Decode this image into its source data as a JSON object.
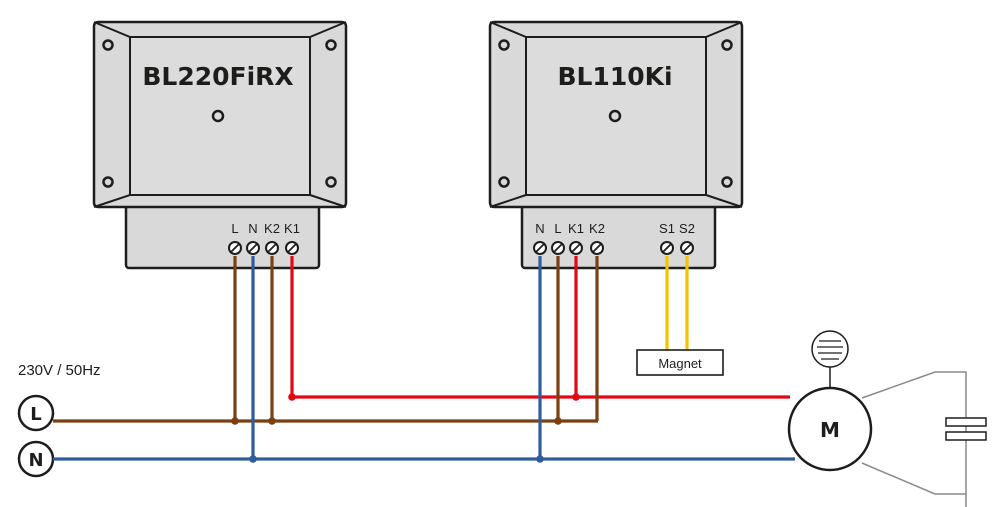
{
  "devices": [
    {
      "title": "BL220FiRX",
      "terminals": [
        "L",
        "N",
        "K2",
        "K1"
      ]
    },
    {
      "title": "BL110Ki",
      "terminals": [
        "N",
        "L",
        "K1",
        "K2"
      ],
      "sensor_terminals": [
        "S1",
        "S2"
      ]
    }
  ],
  "supply": {
    "label": "230V / 50Hz",
    "line": "L",
    "neutral": "N"
  },
  "motor": {
    "label": "M"
  },
  "magnet": {
    "label": "Magnet"
  },
  "colors": {
    "brown": "#7a3f12",
    "blue": "#2f5c9c",
    "red": "#e30613",
    "yellow": "#f2c300",
    "housing": "#d9d9d9",
    "outline": "#1d1d1b"
  }
}
